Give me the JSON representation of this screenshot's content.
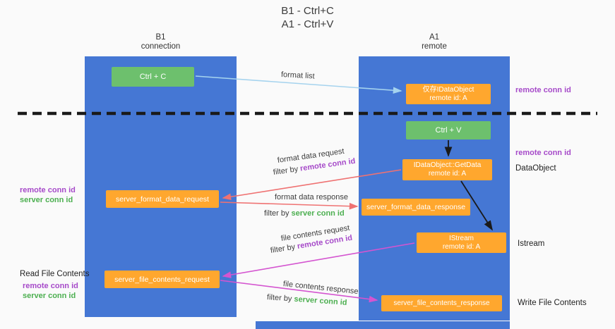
{
  "title": {
    "line1": "B1 - Ctrl+C",
    "line2": "A1 - Ctrl+V"
  },
  "lanes": {
    "left": {
      "name": "B1",
      "role": "connection"
    },
    "right": {
      "name": "A1",
      "role": "remote"
    }
  },
  "nodes": {
    "ctrl_c": {
      "label": "Ctrl + C"
    },
    "ctrl_v": {
      "label": "Ctrl + V"
    },
    "dataobject_cached": {
      "line1": "仅存IDataObject",
      "line2": "remote id: A"
    },
    "getdata": {
      "line1": "IDataObject::GetData",
      "line2": "remote id: A"
    },
    "istream": {
      "line1": "IStream",
      "line2": "remote id: A"
    },
    "server_format_data_request": {
      "label": "server_format_data_request"
    },
    "server_format_data_response": {
      "label": "server_format_data_response"
    },
    "server_file_contents_request": {
      "label": "server_file_contents_request"
    },
    "server_file_contents_response": {
      "label": "server_file_contents_response"
    }
  },
  "arrows": {
    "format_list": {
      "label": "format list"
    },
    "format_data_request": {
      "label": "format data request",
      "filter_prefix": "filter by ",
      "filter_key": "remote conn id"
    },
    "format_data_response": {
      "label": "format data response",
      "filter_prefix": "filter by ",
      "filter_key": "server conn id"
    },
    "file_contents_request": {
      "label": "file contents request",
      "filter_prefix": "filter by ",
      "filter_key": "remote conn id"
    },
    "file_contents_response": {
      "label": "file contents response",
      "filter_prefix": "filter by ",
      "filter_key": "server conn id"
    }
  },
  "annotations": {
    "right_remote_conn_id_top": "remote conn id",
    "right_remote_conn_id_mid": "remote conn id",
    "right_dataobject": "DataObject",
    "right_istream": "Istream",
    "right_write_file_contents": "Write File Contents",
    "left_remote_conn_id_1": "remote conn id",
    "left_server_conn_id_1": "server conn id",
    "left_read_file_contents": "Read File Contents",
    "left_remote_conn_id_2": "remote conn id",
    "left_server_conn_id_2": "server conn id"
  },
  "colors": {
    "canvas_bg": "#fafafa",
    "lane_blue": "#4577d4",
    "box_orange": "#ffa72e",
    "box_green": "#6dc06d",
    "purple_text": "#a64ac9",
    "green_text": "#4caf50",
    "arrow_blue": "#a5d3ee",
    "arrow_salmon": "#ef7272",
    "arrow_magenta": "#d455d0",
    "arrow_black": "#1a1a1a",
    "text_dark": "#3d3d3d"
  }
}
